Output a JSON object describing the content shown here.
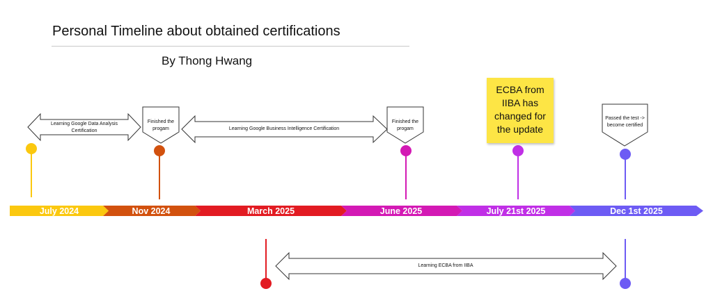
{
  "header": {
    "title": "Personal Timeline about obtained certifications",
    "subtitle": "By Thong Hwang"
  },
  "timeline": {
    "segments": [
      {
        "label": "July 2024",
        "color": "#fbc80f"
      },
      {
        "label": "Nov 2024",
        "color": "#d2510e"
      },
      {
        "label": "March 2025",
        "color": "#e21b22"
      },
      {
        "label": "June 2025",
        "color": "#d319b4"
      },
      {
        "label": "July 21st 2025",
        "color": "#c02fe6"
      },
      {
        "label": "Dec 1st 2025",
        "color": "#6d5bf4"
      }
    ]
  },
  "annotations": {
    "arrow_google_data": "Learning Google Data Analysis Certification",
    "callout_finished_1": "Finished the progam",
    "arrow_google_bi": "Learning Google Business Intelligence Certification",
    "callout_finished_2": "Finished the progam",
    "sticky_note": "ECBA from IIBA has changed for the update",
    "callout_passed": "Passed the test -> become certified",
    "arrow_ecba": "Learning ECBA from IIBA"
  },
  "colors": {
    "yellow": "#fbc80f",
    "orange": "#d2510e",
    "red": "#e21b22",
    "magenta": "#d319b4",
    "purple": "#c02fe6",
    "blue": "#6d5bf4",
    "note": "#fde545"
  }
}
